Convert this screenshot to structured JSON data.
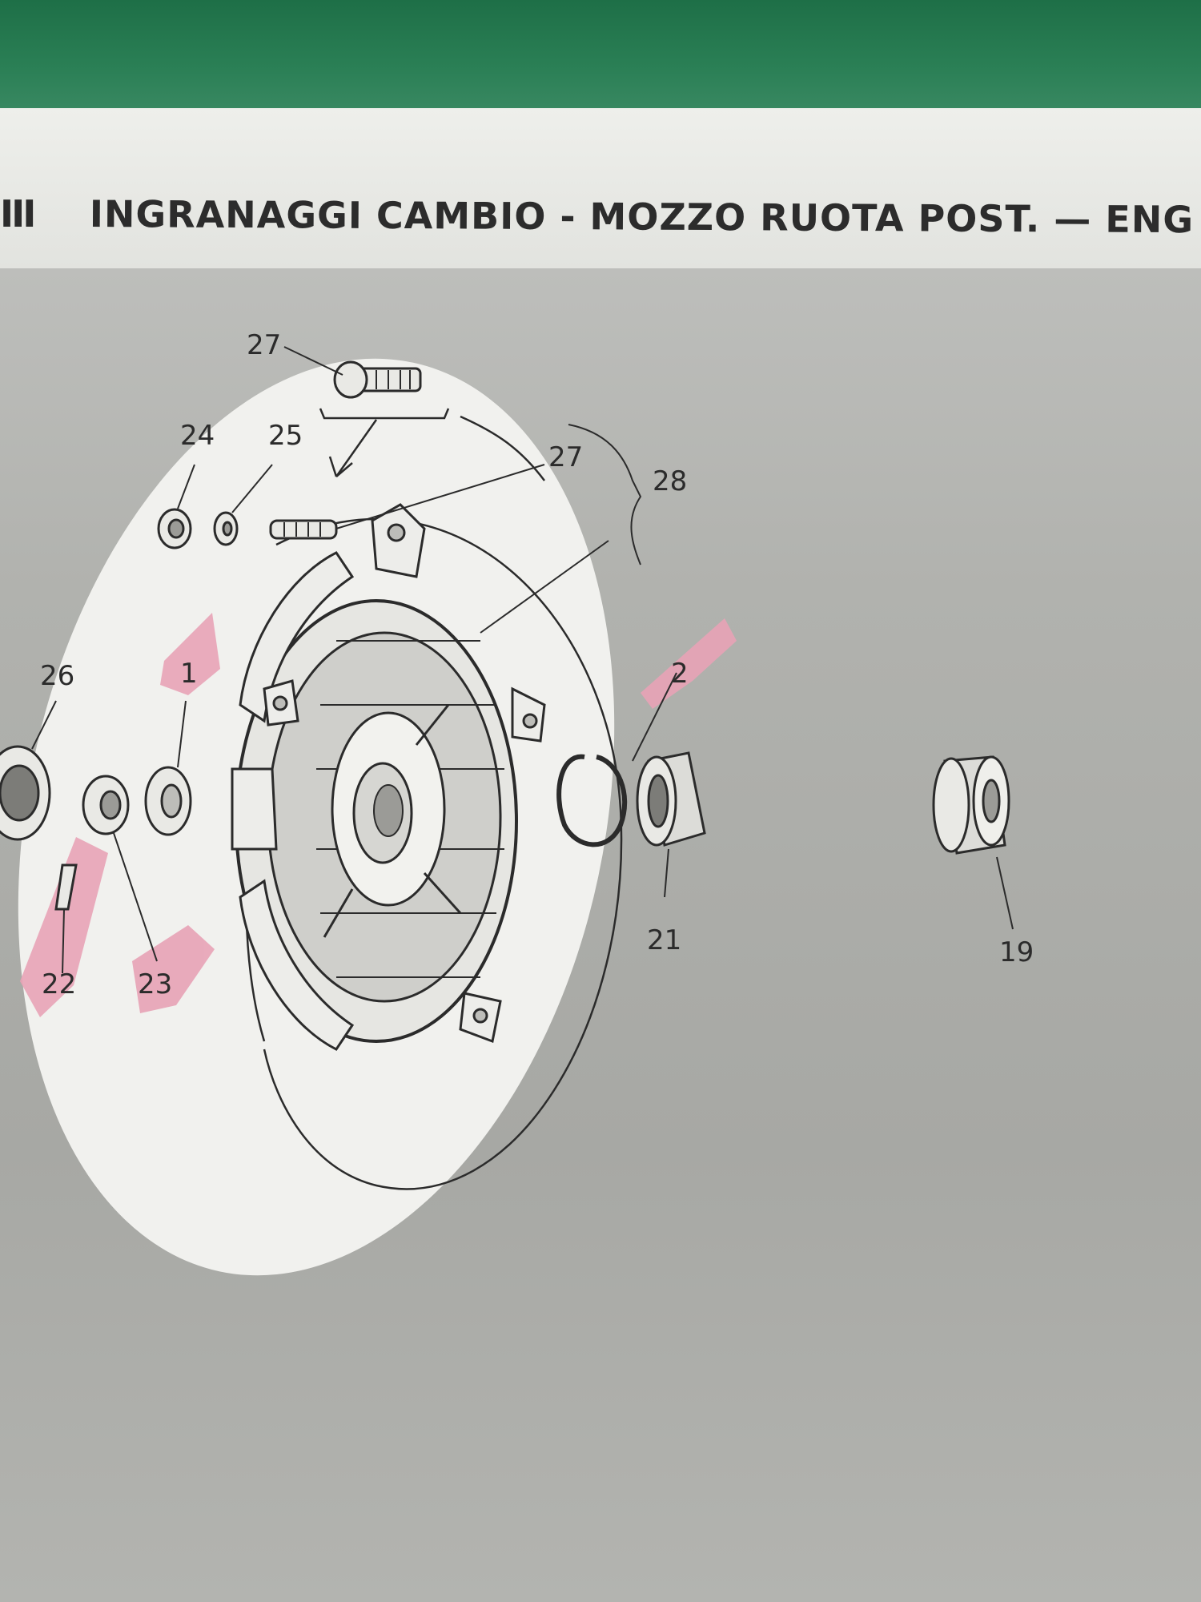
{
  "header": {
    "section_mark": "III",
    "title": "INGRANAGGI CAMBIO - MOZZO RUOTA POST. — ENG"
  },
  "colors": {
    "highlight": "#e8a3b6",
    "ink": "#2b2b2b",
    "page": "#b0b1ad",
    "backdrop": "#2a7f55"
  },
  "callouts": {
    "c27a": "27",
    "c24": "24",
    "c25": "25",
    "c27b": "27",
    "c28": "28",
    "c26": "26",
    "c1": "1",
    "c2": "2",
    "c21": "21",
    "c19": "19",
    "c22": "22",
    "c23": "23"
  }
}
